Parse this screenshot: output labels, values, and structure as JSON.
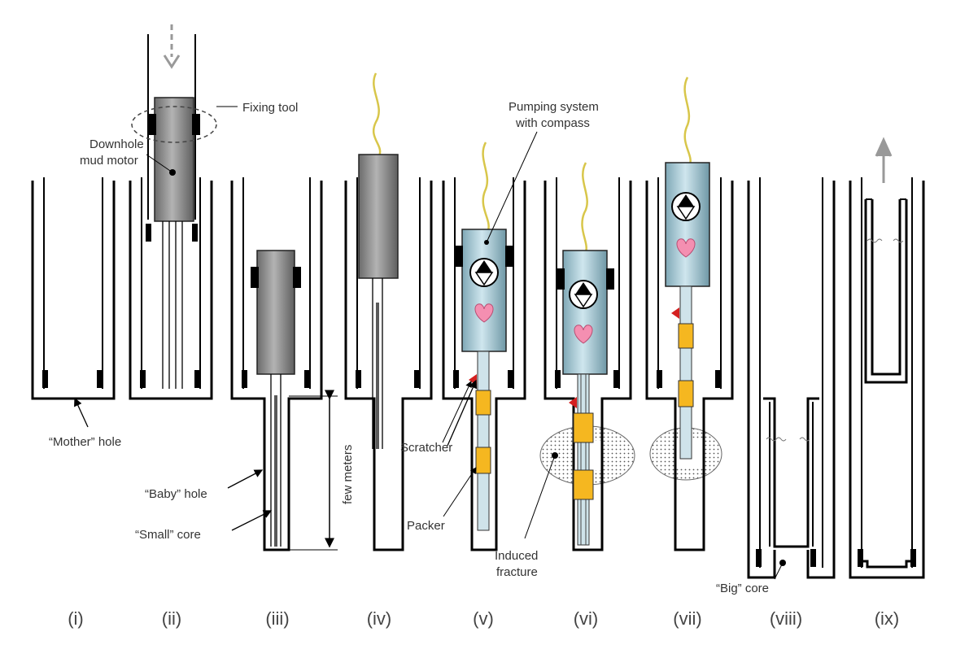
{
  "labels": {
    "fixing_tool": "Fixing tool",
    "mud_motor_1": "Downhole",
    "mud_motor_2": "mud motor",
    "pumping_1": "Pumping system",
    "pumping_2": "with compass",
    "mother_hole": "“Mother” hole",
    "baby_hole": "“Baby” hole",
    "small_core": "“Small” core",
    "few_meters": "few meters",
    "scratcher": "Scratcher",
    "packer": "Packer",
    "induced_1": "Induced",
    "induced_2": "fracture",
    "big_core": "“Big” core"
  },
  "stages": [
    "(i)",
    "(ii)",
    "(iii)",
    "(iv)",
    "(v)",
    "(vi)",
    "(vii)",
    "(viii)",
    "(ix)"
  ],
  "colors": {
    "wall": "#000000",
    "motor_gray": "#8a8a8a",
    "pump_blue": "#a9c9d3",
    "packer_yellow": "#f5b720",
    "tube_blue": "#cfe3ea",
    "cable_yellow": "#d8c64a",
    "heart_pink": "#f48fb1",
    "scratcher_red": "#d42020",
    "arrow_gray": "#999999"
  }
}
